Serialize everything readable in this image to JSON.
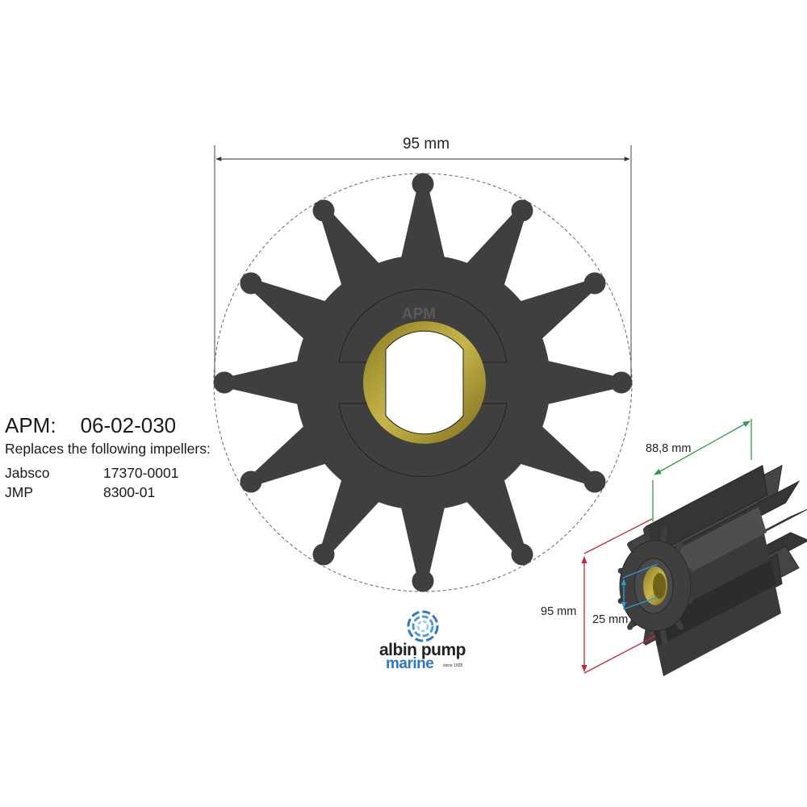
{
  "product": {
    "prefix": "APM:",
    "code": "06-02-030",
    "replaces_heading": "Replaces the following impellers:",
    "cross_references": [
      {
        "brand": "Jabsco",
        "part": "17370-0001"
      },
      {
        "brand": "JMP",
        "part": "8300-01"
      }
    ]
  },
  "front_view": {
    "diameter_label": "95 mm",
    "hub_emboss": "APM",
    "blade_count": 12
  },
  "side_view": {
    "length_label": "88,8 mm",
    "diameter_label": "95 mm",
    "bore_label": "25 mm"
  },
  "logo": {
    "wordmark_top": "albin pump",
    "wordmark_bottom": "marine",
    "since": "since 1928"
  },
  "colors": {
    "rubber": "#3f3f3f",
    "brass": "#b3a23a",
    "length_dimension": "#2e9a4a",
    "diameter_dimension": "#c5283d",
    "bore_dimension": "#2b9ad6",
    "logo_blue": "#2f78c2"
  }
}
